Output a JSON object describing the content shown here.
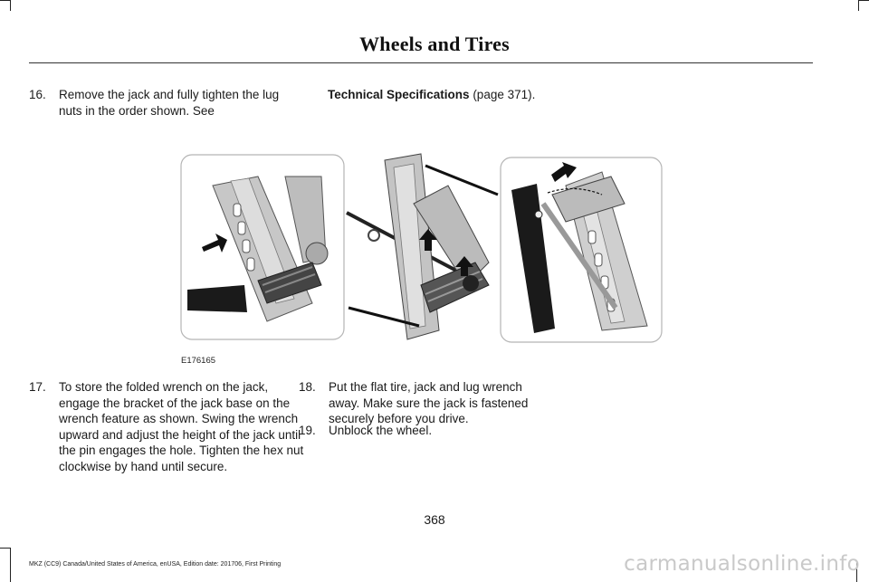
{
  "header": {
    "title": "Wheels and Tires"
  },
  "steps": [
    {
      "num": "16.",
      "text": "Remove the jack and fully tighten the lug nuts in the order shown. See"
    },
    {
      "num": "17.",
      "text": "To store the folded wrench on the jack, engage the bracket of the jack base on the wrench feature as shown. Swing the wrench upward and adjust the height of the jack until the pin engages the hole. Tighten the hex nut clockwise by hand until secure."
    },
    {
      "num": "18.",
      "text": "Put the flat tire, jack and lug wrench away. Make sure the jack is fastened securely before you drive."
    },
    {
      "num": "19.",
      "text": "Unblock the wheel."
    }
  ],
  "continuation": {
    "link_text": "Technical Specifications",
    "page_ref": " (page 371)."
  },
  "figure": {
    "code": "E176165"
  },
  "page_number": "368",
  "footer": {
    "text": "MKZ (CC9) Canada/United States of America, enUSA, Edition date: 201706, First Printing"
  },
  "watermark": {
    "text": "carmanualsonline.info"
  }
}
